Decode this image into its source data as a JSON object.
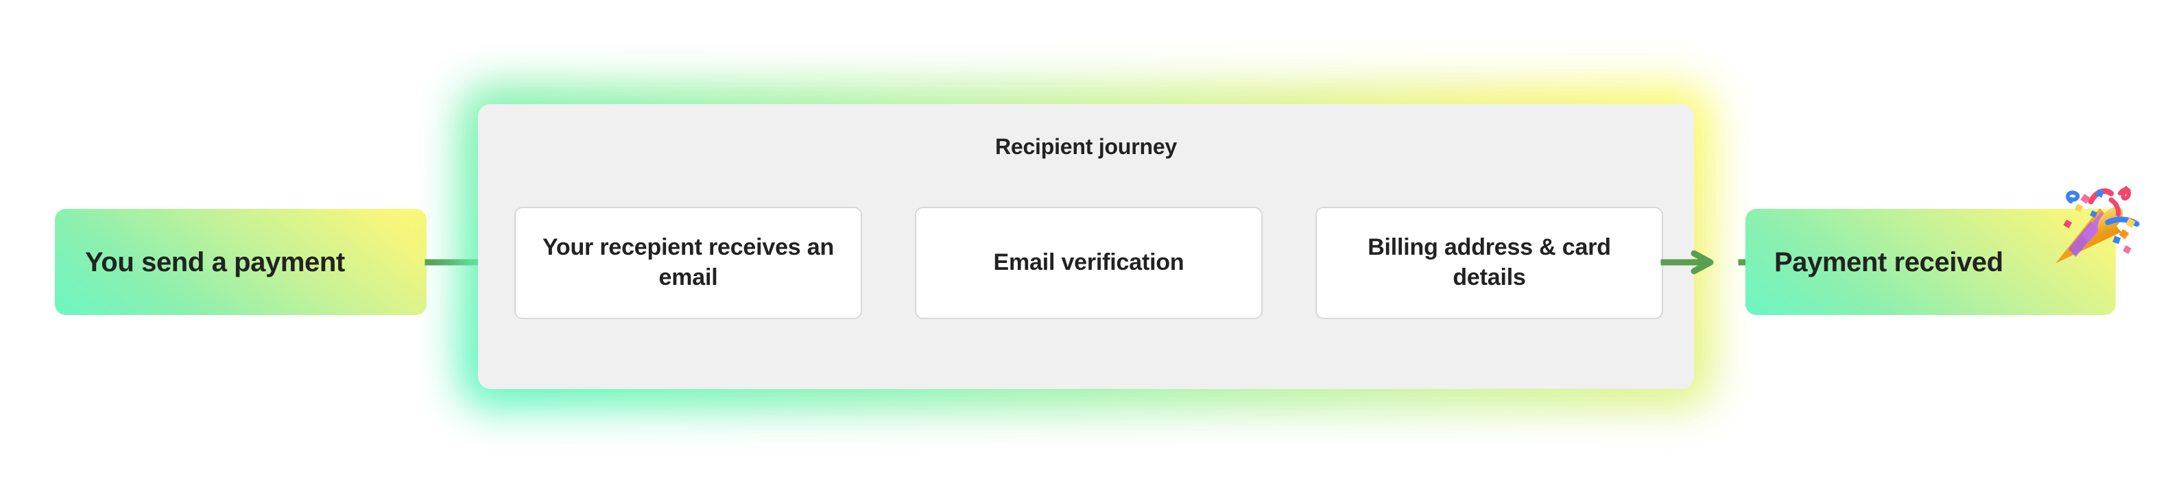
{
  "flow": {
    "start_step": {
      "label": "You send a payment",
      "style": "gradient-box"
    },
    "journey_panel": {
      "title": "Recipient journey",
      "steps": [
        {
          "label": "Your recepient receives an email"
        },
        {
          "label": "Email verification"
        },
        {
          "label": "Billing address & card details"
        }
      ]
    },
    "end_step": {
      "label": "Payment received",
      "style": "gradient-box",
      "emoji": "party-popper",
      "emoji_char": "🎉"
    },
    "connectors": [
      {
        "name": "arrow-start-to-journey",
        "direction": "right"
      },
      {
        "name": "arrow-step1-to-step2",
        "direction": "right"
      },
      {
        "name": "arrow-step2-to-step3",
        "direction": "right"
      },
      {
        "name": "arrow-journey-to-end",
        "direction": "right"
      }
    ]
  },
  "colors": {
    "arrow": "#5a9e52",
    "panel_background": "#f0f0f0",
    "card_background": "#ffffff",
    "card_border": "#d8d8d8",
    "text": "#222222",
    "gradient_mint": "#6df5c2",
    "gradient_yellow": "#f9f877",
    "page_background": "#ffffff"
  }
}
